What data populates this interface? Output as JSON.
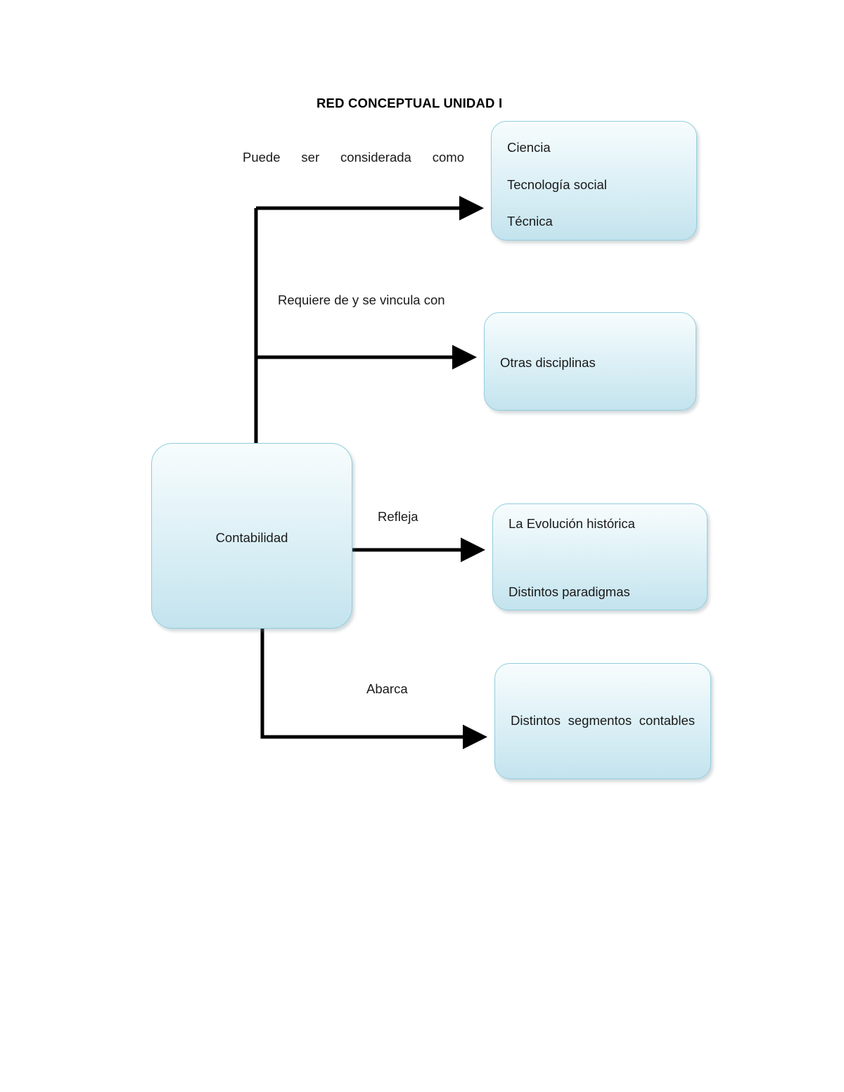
{
  "document": {
    "title": "RED CONCEPTUAL UNIDAD I"
  },
  "diagram": {
    "type": "concept-map",
    "root": {
      "label": "Contabilidad"
    },
    "edges": [
      {
        "id": "edge-puede",
        "label": "Puede ser considerada como",
        "from": "Contabilidad",
        "to": "node-ciencia"
      },
      {
        "id": "edge-requiere",
        "label": "Requiere de y se vincula con",
        "from": "Contabilidad",
        "to": "node-otras"
      },
      {
        "id": "edge-refleja",
        "label": "Refleja",
        "from": "Contabilidad",
        "to": "node-evo"
      },
      {
        "id": "edge-abarca",
        "label": "Abarca",
        "from": "Contabilidad",
        "to": "node-seg"
      }
    ],
    "nodes": [
      {
        "id": "node-ciencia",
        "lines": [
          "Ciencia",
          "Tecnología social",
          "Técnica"
        ]
      },
      {
        "id": "node-otras",
        "lines": [
          "Otras disciplinas"
        ]
      },
      {
        "id": "node-evo",
        "lines": [
          "La Evolución histórica",
          "Distintos paradigmas"
        ]
      },
      {
        "id": "node-seg",
        "lines": [
          "Distintos segmentos contables"
        ]
      }
    ]
  },
  "colors": {
    "node_border": "#92cddc",
    "node_fill_top": "#f7fcfd",
    "node_fill_bottom": "#c3e3ee",
    "connector": "#000000",
    "text": "#1a1a1a",
    "page_background": "#ffffff"
  }
}
